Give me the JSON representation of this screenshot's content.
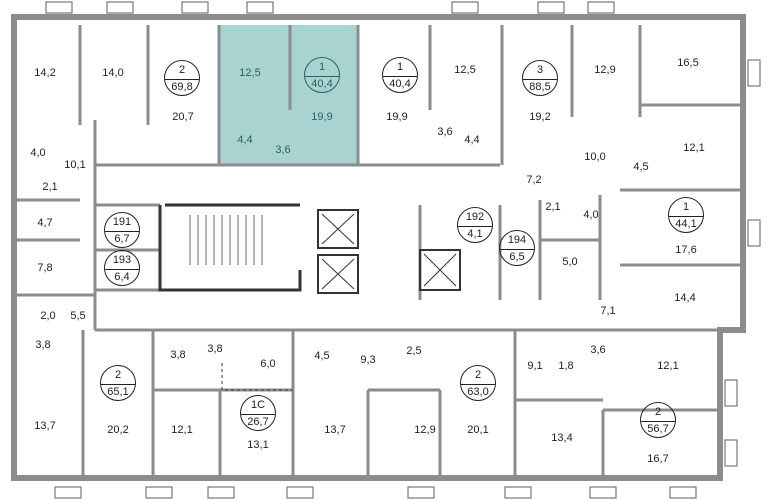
{
  "colors": {
    "wall": "#8c8c8c",
    "dark_wall": "#3a3a3a",
    "selected_apartment": "#a9d3d1"
  },
  "apartments": [
    {
      "rooms": "2",
      "area": "69,8"
    },
    {
      "rooms": "1",
      "area": "40,4",
      "selected": true
    },
    {
      "rooms": "1",
      "area": "40,4"
    },
    {
      "rooms": "3",
      "area": "88,5"
    },
    {
      "rooms": "1",
      "area": "44,1"
    },
    {
      "rooms": "2",
      "area": "56,7"
    },
    {
      "rooms": "2",
      "area": "63,0"
    },
    {
      "rooms": "1С",
      "area": "26,7"
    },
    {
      "rooms": "2",
      "area": "65,1"
    }
  ],
  "storage_units": [
    {
      "number": "191",
      "area": "6,7"
    },
    {
      "number": "193",
      "area": "6,4"
    },
    {
      "number": "192",
      "area": "4,1"
    },
    {
      "number": "194",
      "area": "6,5"
    }
  ],
  "room_areas": [
    "14,2",
    "14,0",
    "20,7",
    "12,5",
    "19,9",
    "4,4",
    "3,6",
    "4,0",
    "10,1",
    "2,1",
    "4,7",
    "7,8",
    "2,0",
    "5,5",
    "3,8",
    "19,9",
    "12,5",
    "12,9",
    "16,5",
    "3,6",
    "4,4",
    "19,2",
    "10,0",
    "4,5",
    "12,1",
    "7,2",
    "2,1",
    "4,0",
    "17,6",
    "5,0",
    "14,4",
    "7,1",
    "9,1",
    "1,8",
    "3,6",
    "12,1",
    "16,7",
    "13,4",
    "20,1",
    "12,9",
    "2,5",
    "9,3",
    "4,5",
    "13,7",
    "13,1",
    "6,0",
    "3,8",
    "3,8",
    "12,1",
    "20,2",
    "13,7"
  ]
}
